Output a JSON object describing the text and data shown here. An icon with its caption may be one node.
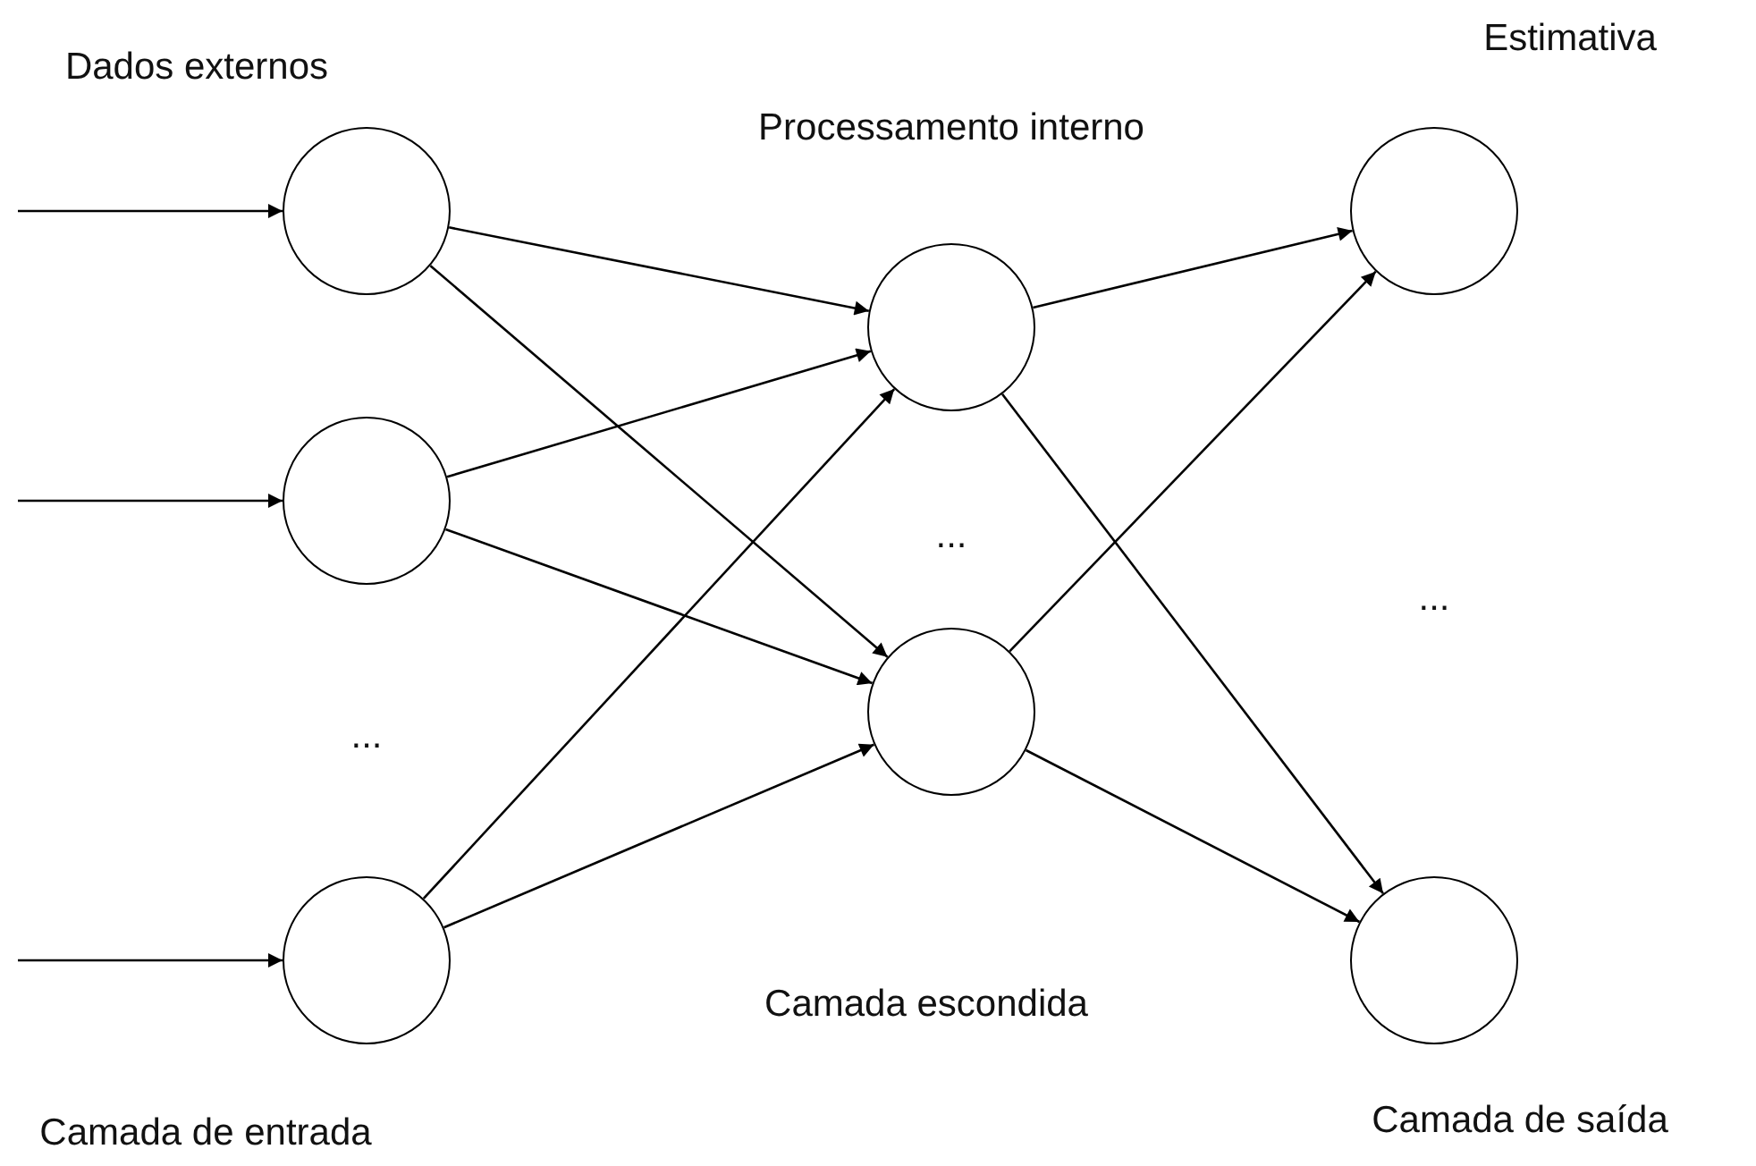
{
  "diagram": {
    "nodes": [
      {
        "text": [],
        "shape": "circle"
      },
      {
        "text": [],
        "shape": "circle"
      },
      {
        "text": [],
        "shape": "circle"
      },
      {
        "text": [],
        "shape": "circle"
      },
      {
        "text": [],
        "shape": "circle"
      },
      {
        "text": [],
        "shape": "circle"
      },
      {
        "text": [],
        "shape": "circle"
      }
    ],
    "edges": [
      {
        "from": null,
        "to": 0,
        "arrow": "to"
      },
      {
        "from": null,
        "to": 1,
        "arrow": "to"
      },
      {
        "from": null,
        "to": 2,
        "arrow": "to"
      },
      {
        "from": 0,
        "to": 3,
        "arrow": "to"
      },
      {
        "from": 0,
        "to": 4,
        "arrow": "to"
      },
      {
        "from": 1,
        "to": 3,
        "arrow": "to"
      },
      {
        "from": 1,
        "to": 4,
        "arrow": "to"
      },
      {
        "from": 2,
        "to": 3,
        "arrow": "to"
      },
      {
        "from": 2,
        "to": 4,
        "arrow": "to"
      },
      {
        "from": 3,
        "to": 5,
        "arrow": "to"
      },
      {
        "from": 3,
        "to": 6,
        "arrow": "to"
      },
      {
        "from": 4,
        "to": 5,
        "arrow": "to"
      },
      {
        "from": 4,
        "to": 6,
        "arrow": "to"
      }
    ],
    "labels": [
      "Dados externos",
      "Estimativa",
      "Processamento interno",
      "...",
      "...",
      "...",
      "Camada escondida",
      "Camada de saída",
      "Camada de entrada"
    ]
  }
}
